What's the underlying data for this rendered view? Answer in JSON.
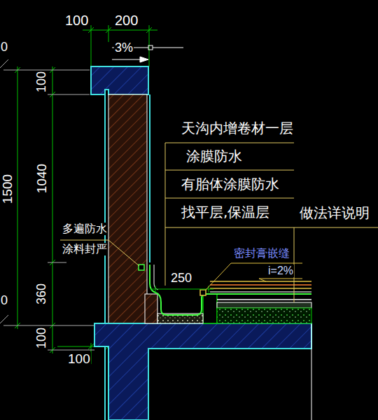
{
  "diagram": {
    "labels": [
      "0",
      "100",
      "200",
      "3%",
      "0",
      "1500",
      "100",
      "1040",
      "360",
      "100",
      "100",
      "天沟内增卷材一层",
      "涂膜防水",
      "有胎体涂膜防水",
      "找平层,保温层",
      "做法详说明",
      "多遍防水",
      "涂料封严",
      "250",
      "密封膏嵌缝",
      "i=2%"
    ]
  }
}
